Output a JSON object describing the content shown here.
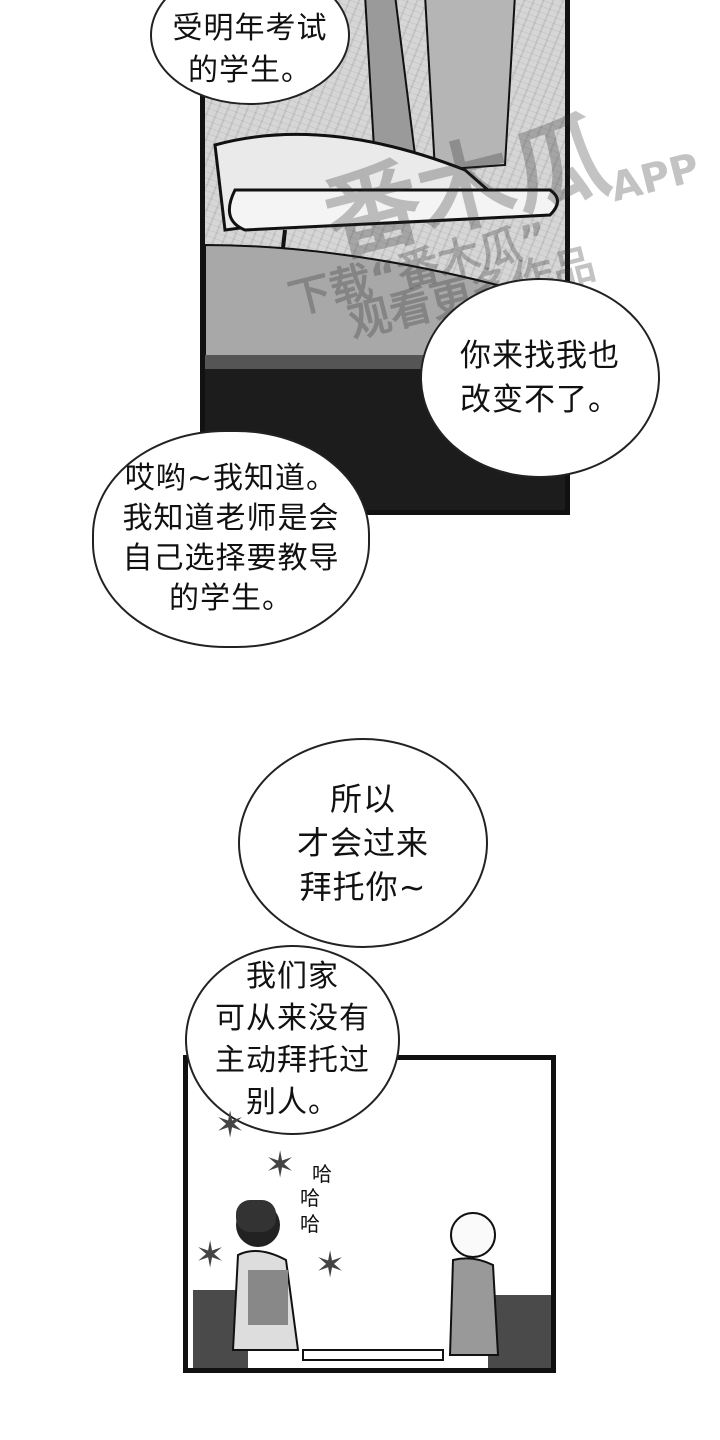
{
  "bubbles": {
    "b1": "受明年考试\n的学生。",
    "b2": "你来找我也\n改变不了。",
    "b3": "哎哟~我知道。\n我知道老师是会\n自己选择要教导\n的学生。",
    "b4": "所以\n才会过来\n拜托你~",
    "b5": "我们家\n可从来没有\n主动拜托过\n别人。"
  },
  "sfx": {
    "laugh": [
      "哈",
      "哈",
      "哈"
    ]
  },
  "watermark": {
    "brand": "番木瓜",
    "app": "APP",
    "line1": "下载“番木瓜”",
    "line2": "观看更多作品"
  }
}
